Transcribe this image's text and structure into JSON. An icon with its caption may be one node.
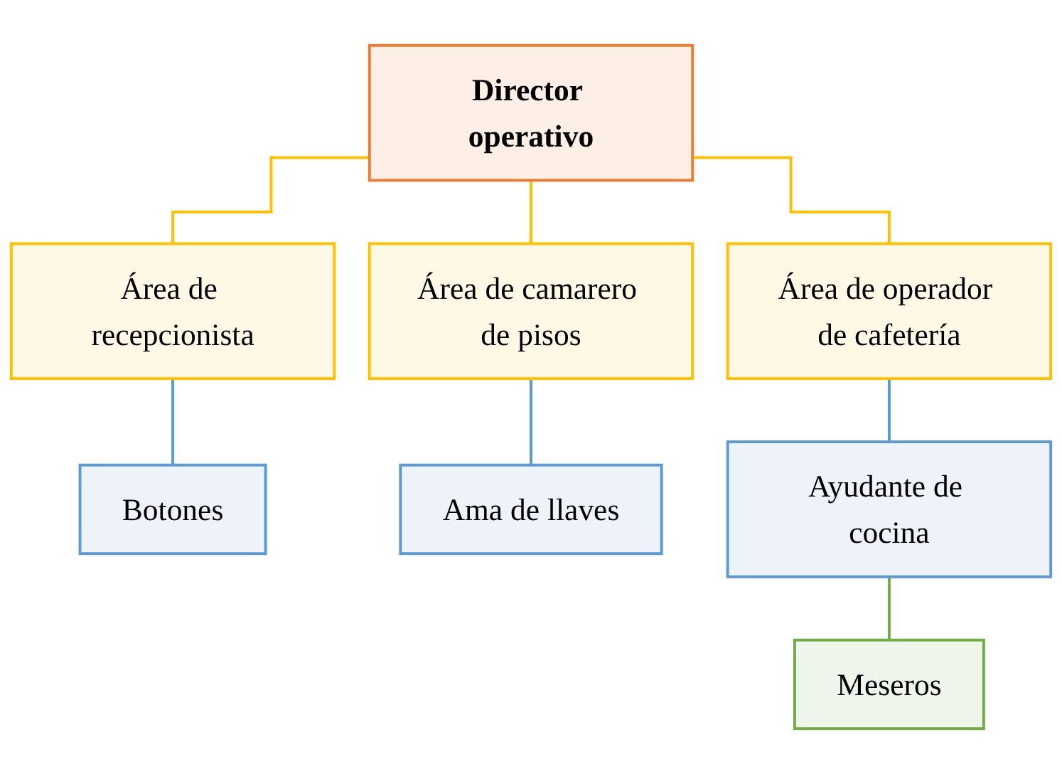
{
  "diagram": {
    "nodes": [
      {
        "text": [
          "Director operativo"
        ]
      },
      {
        "text": [
          "Área de recepcionista"
        ]
      },
      {
        "text": [
          "Área de camarero de pisos"
        ]
      },
      {
        "text": [
          "Área de operador de cafetería"
        ]
      },
      {
        "text": [
          "Botones"
        ]
      },
      {
        "text": [
          "Ama de llaves"
        ]
      },
      {
        "text": [
          "Ayudante de cocina"
        ]
      },
      {
        "text": [
          "Meseros"
        ]
      }
    ],
    "edges": [
      {
        "from": 0,
        "to": 1,
        "arrow": "none",
        "color": "#ffc000"
      },
      {
        "from": 0,
        "to": 2,
        "arrow": "none",
        "color": "#ffc000"
      },
      {
        "from": 0,
        "to": 3,
        "arrow": "none",
        "color": "#ffc000"
      },
      {
        "from": 1,
        "to": 4,
        "arrow": "none",
        "color": "#5b9bd5"
      },
      {
        "from": 2,
        "to": 5,
        "arrow": "none",
        "color": "#5b9bd5"
      },
      {
        "from": 3,
        "to": 6,
        "arrow": "none",
        "color": "#5b9bd5"
      },
      {
        "from": 6,
        "to": 7,
        "arrow": "none",
        "color": "#70ad47"
      }
    ]
  }
}
